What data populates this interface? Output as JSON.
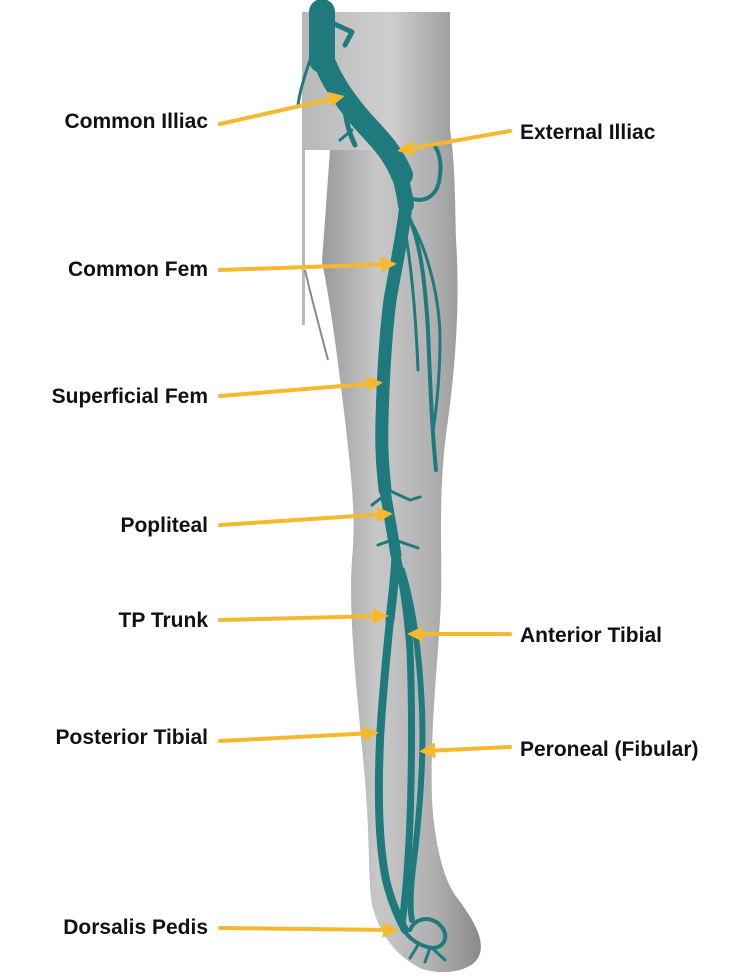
{
  "diagram": {
    "colors": {
      "leg_light": "#d8d8d8",
      "leg_mid": "#b4b4b4",
      "leg_dark": "#8e8e8e",
      "artery": "#1e7a7d",
      "artery_dark": "#145c5e",
      "arrow": "#f5b82e"
    },
    "labels": {
      "common_illiac": "Common Illiac",
      "external_illiac": "External Illiac",
      "common_fem": "Common Fem",
      "superficial_fem": "Superficial Fem",
      "popliteal": "Popliteal",
      "tp_trunk": "TP Trunk",
      "anterior_tibial": "Anterior Tibial",
      "posterior_tibial": "Posterior Tibial",
      "peroneal": "Peroneal (Fibular)",
      "dorsalis_pedis": "Dorsalis Pedis"
    }
  }
}
